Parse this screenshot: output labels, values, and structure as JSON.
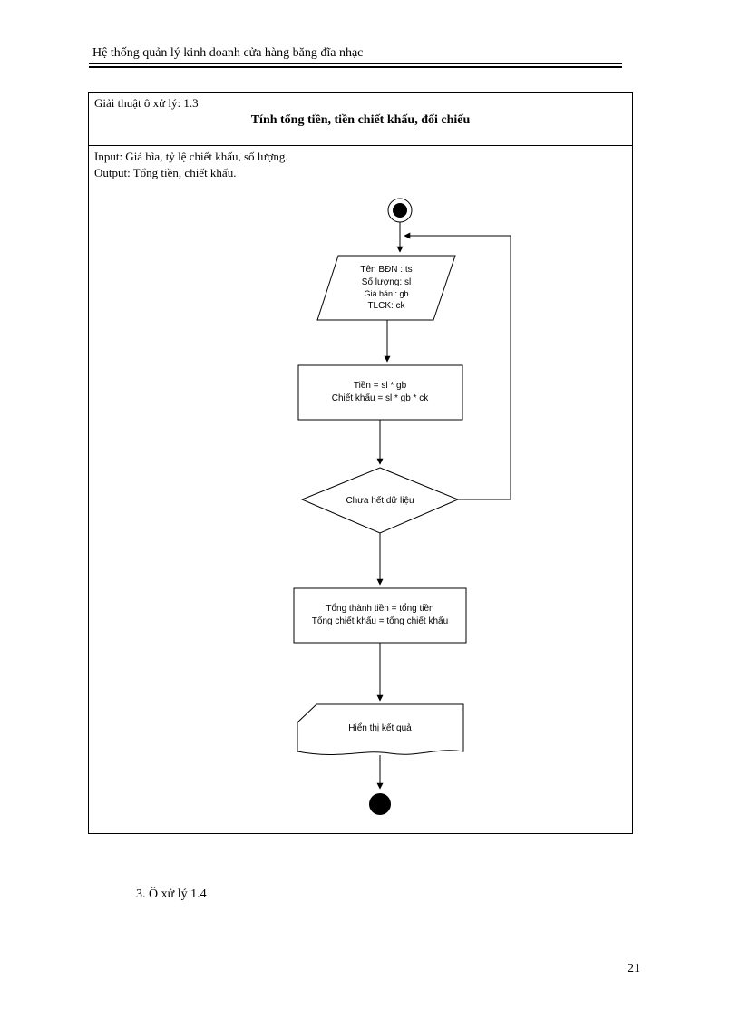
{
  "header": {
    "title": "Hệ thống  quản lý kinh  doanh cửa hàng băng đĩa nhạc"
  },
  "algorithm": {
    "label": "Giải  thuật ô xử lý:  1.3",
    "title": "Tính  tổng tiền, tiền chiết khấu,  đối chiếu",
    "input": "Input:  Giá bìa,  tỷ lệ  chiết  khấu,  số lượng.",
    "output": "Output:  Tổng tiền,  chiết  khấu."
  },
  "flowchart": {
    "input_block": {
      "line1": "Tên BĐN : ts",
      "line2": "Số lượng: sl",
      "line3": "Giá bán : gb",
      "line4": "TLCK: ck"
    },
    "compute_block": {
      "line1": "Tiền = sl * gb",
      "line2": "Chiết khấu = sl * gb * ck"
    },
    "decision": {
      "label": "Chưa hết dữ liệu"
    },
    "totals_block": {
      "line1": "Tổng thành tiền = tổng tiền",
      "line2": "Tổng chiết khấu = tổng chiết khấu"
    },
    "display_block": {
      "label": "Hiển thị kết quả"
    }
  },
  "section": {
    "heading": "3. Ô xử  lý  1.4"
  },
  "page": {
    "number": "21"
  }
}
